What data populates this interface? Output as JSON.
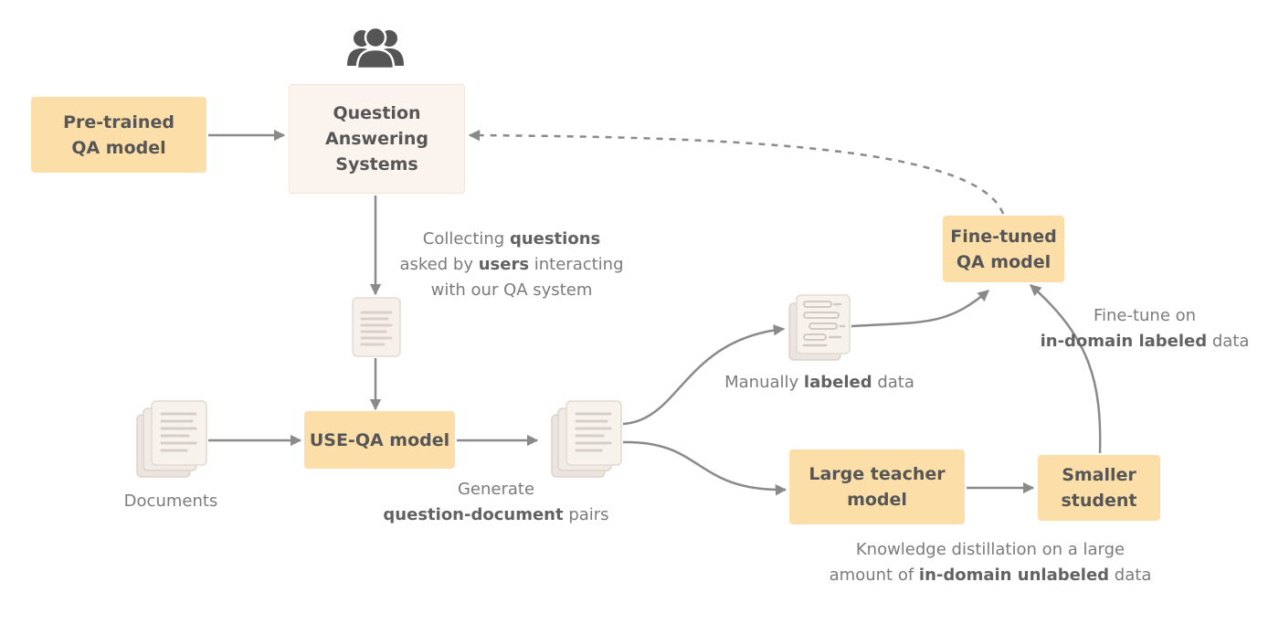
{
  "nodes": {
    "pretrained": "Pre-trained\nQA model",
    "qa_systems": "Question\nAnswering\nSystems",
    "use_qa": "USE-QA model",
    "fine_tuned": "Fine-tuned\nQA model",
    "large_teacher": "Large teacher\nmodel",
    "smaller_student": "Smaller\nstudent"
  },
  "labels": {
    "collecting": {
      "line1_pre": "Collecting ",
      "line1_bold": "questions",
      "line2_pre": "asked by ",
      "line2_bold": "users",
      "line2_post": " interacting",
      "line3": "with our QA system"
    },
    "documents": "Documents",
    "generate": {
      "line1": "Generate",
      "line2_bold": "question-document",
      "line2_post": " pairs"
    },
    "manual": {
      "pre": "Manually ",
      "bold": "labeled",
      "post": " data"
    },
    "finetune_on": {
      "line1": "Fine-tune on",
      "line2_bold": "in-domain labeled",
      "line2_post": " data"
    },
    "distillation": {
      "line1": "Knowledge distillation on a large",
      "line2_pre": "amount of ",
      "line2_bold": "in-domain unlabeled",
      "line2_post": " data"
    }
  },
  "icons": {
    "users": "users-icon",
    "document": "document-icon"
  },
  "colors": {
    "box_fill": "#fbdea8",
    "light_box_fill": "#fbf4ee",
    "arrow": "#8a8a8a",
    "text": "#7b7b7b",
    "icon": "#555555"
  }
}
